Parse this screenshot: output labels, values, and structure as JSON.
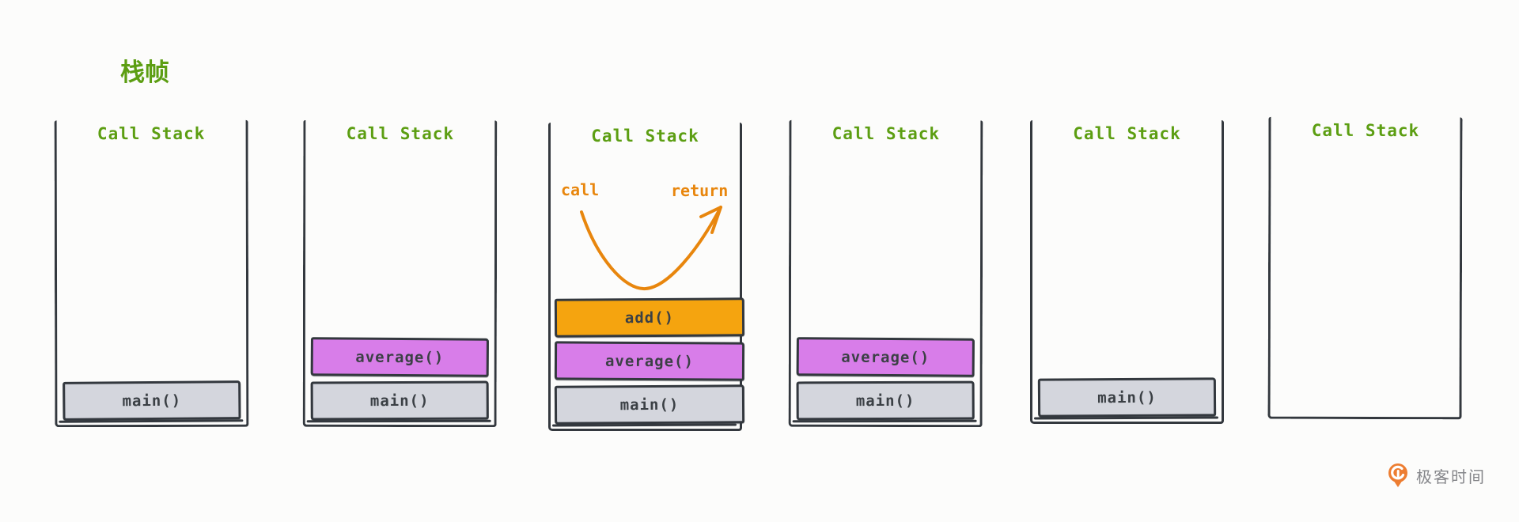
{
  "page": {
    "title": "栈帧"
  },
  "colors": {
    "label_green": "#5c9e12",
    "annotation_orange": "#e8860d",
    "stroke_dark": "#33383e",
    "frame_text": "#3b4045",
    "frame_fills": {
      "main()": "#d4d6dd",
      "average()": "#d87de9",
      "add()": "#f5a40f"
    }
  },
  "stacks": [
    {
      "label": "Call Stack",
      "frames": [
        "main()"
      ]
    },
    {
      "label": "Call Stack",
      "frames": [
        "main()",
        "average()"
      ]
    },
    {
      "label": "Call Stack",
      "frames": [
        "main()",
        "average()",
        "add()"
      ],
      "annotation": {
        "call": "call",
        "return": "return"
      }
    },
    {
      "label": "Call Stack",
      "frames": [
        "main()",
        "average()"
      ]
    },
    {
      "label": "Call Stack",
      "frames": [
        "main()"
      ]
    },
    {
      "label": "Call Stack",
      "frames": []
    }
  ],
  "logo": {
    "text": "极客时间",
    "icon": "geektime-pin-icon",
    "icon_color": "#ed7d31",
    "text_color": "#85868a"
  }
}
